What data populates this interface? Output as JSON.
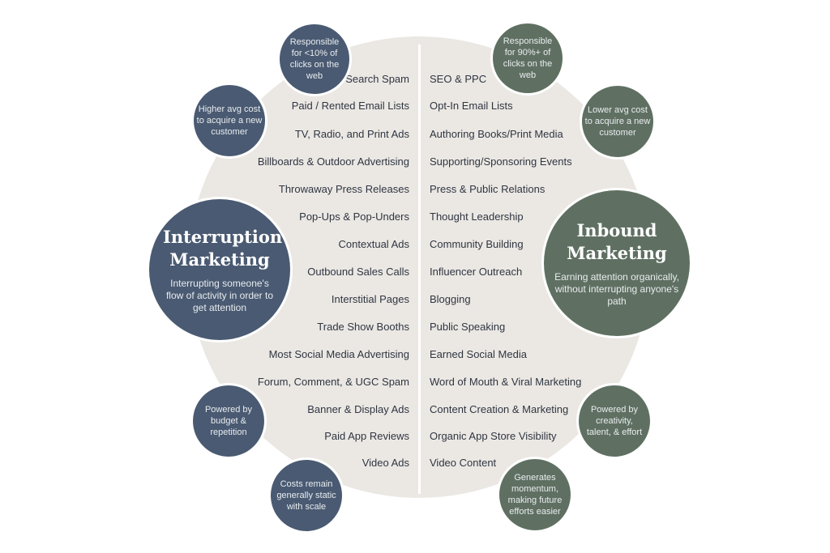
{
  "interruption": {
    "title": "Interruption Marketing",
    "description": "Interrupting someone's flow of activity in order to get attention",
    "color": "#4a5a72",
    "facts": [
      "Responsible for <10% of clicks on the web",
      "Higher avg cost to acquire a new customer",
      "Powered by budget & repetition",
      "Costs remain generally static with scale"
    ],
    "items": [
      "Search Spam",
      "Paid / Rented Email Lists",
      "TV, Radio, and Print Ads",
      "Billboards & Outdoor Advertising",
      "Throwaway Press Releases",
      "Pop-Ups & Pop-Unders",
      "Contextual Ads",
      "Outbound Sales Calls",
      "Interstitial Pages",
      "Trade Show Booths",
      "Most Social Media Advertising",
      "Forum, Comment, & UGC Spam",
      "Banner & Display Ads",
      "Paid App Reviews",
      "Video Ads"
    ]
  },
  "inbound": {
    "title": "Inbound Marketing",
    "description": "Earning attention organically, without interrupting anyone's path",
    "color": "#5f7062",
    "facts": [
      "Responsible for 90%+ of clicks on the web",
      "Lower avg cost to acquire a new customer",
      "Powered by creativity, talent, & effort",
      "Generates momentum, making future efforts easier"
    ],
    "items": [
      "SEO & PPC",
      "Opt-In Email Lists",
      "Authoring Books/Print Media",
      "Supporting/Sponsoring Events",
      "Press & Public Relations",
      "Thought Leadership",
      "Community Building",
      "Influencer Outreach",
      "Blogging",
      "Public Speaking",
      "Earned Social Media",
      "Word of Mouth & Viral Marketing",
      "Content Creation & Marketing",
      "Organic App Store Visibility",
      "Video Content"
    ]
  }
}
